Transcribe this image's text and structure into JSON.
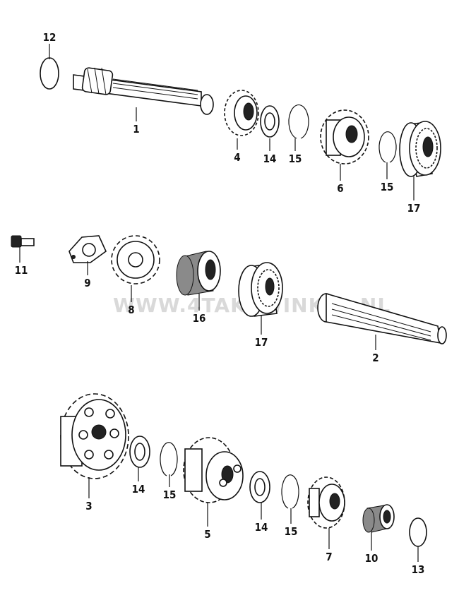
{
  "watermark": "WWW.4TAKTWINKEL.NL",
  "callouts": [
    "12",
    "1",
    "4",
    "14",
    "15",
    "6",
    "15",
    "17",
    "11",
    "9",
    "8",
    "16",
    "17",
    "2",
    "3",
    "14",
    "15",
    "5",
    "14",
    "15",
    "7",
    "10",
    "13"
  ]
}
